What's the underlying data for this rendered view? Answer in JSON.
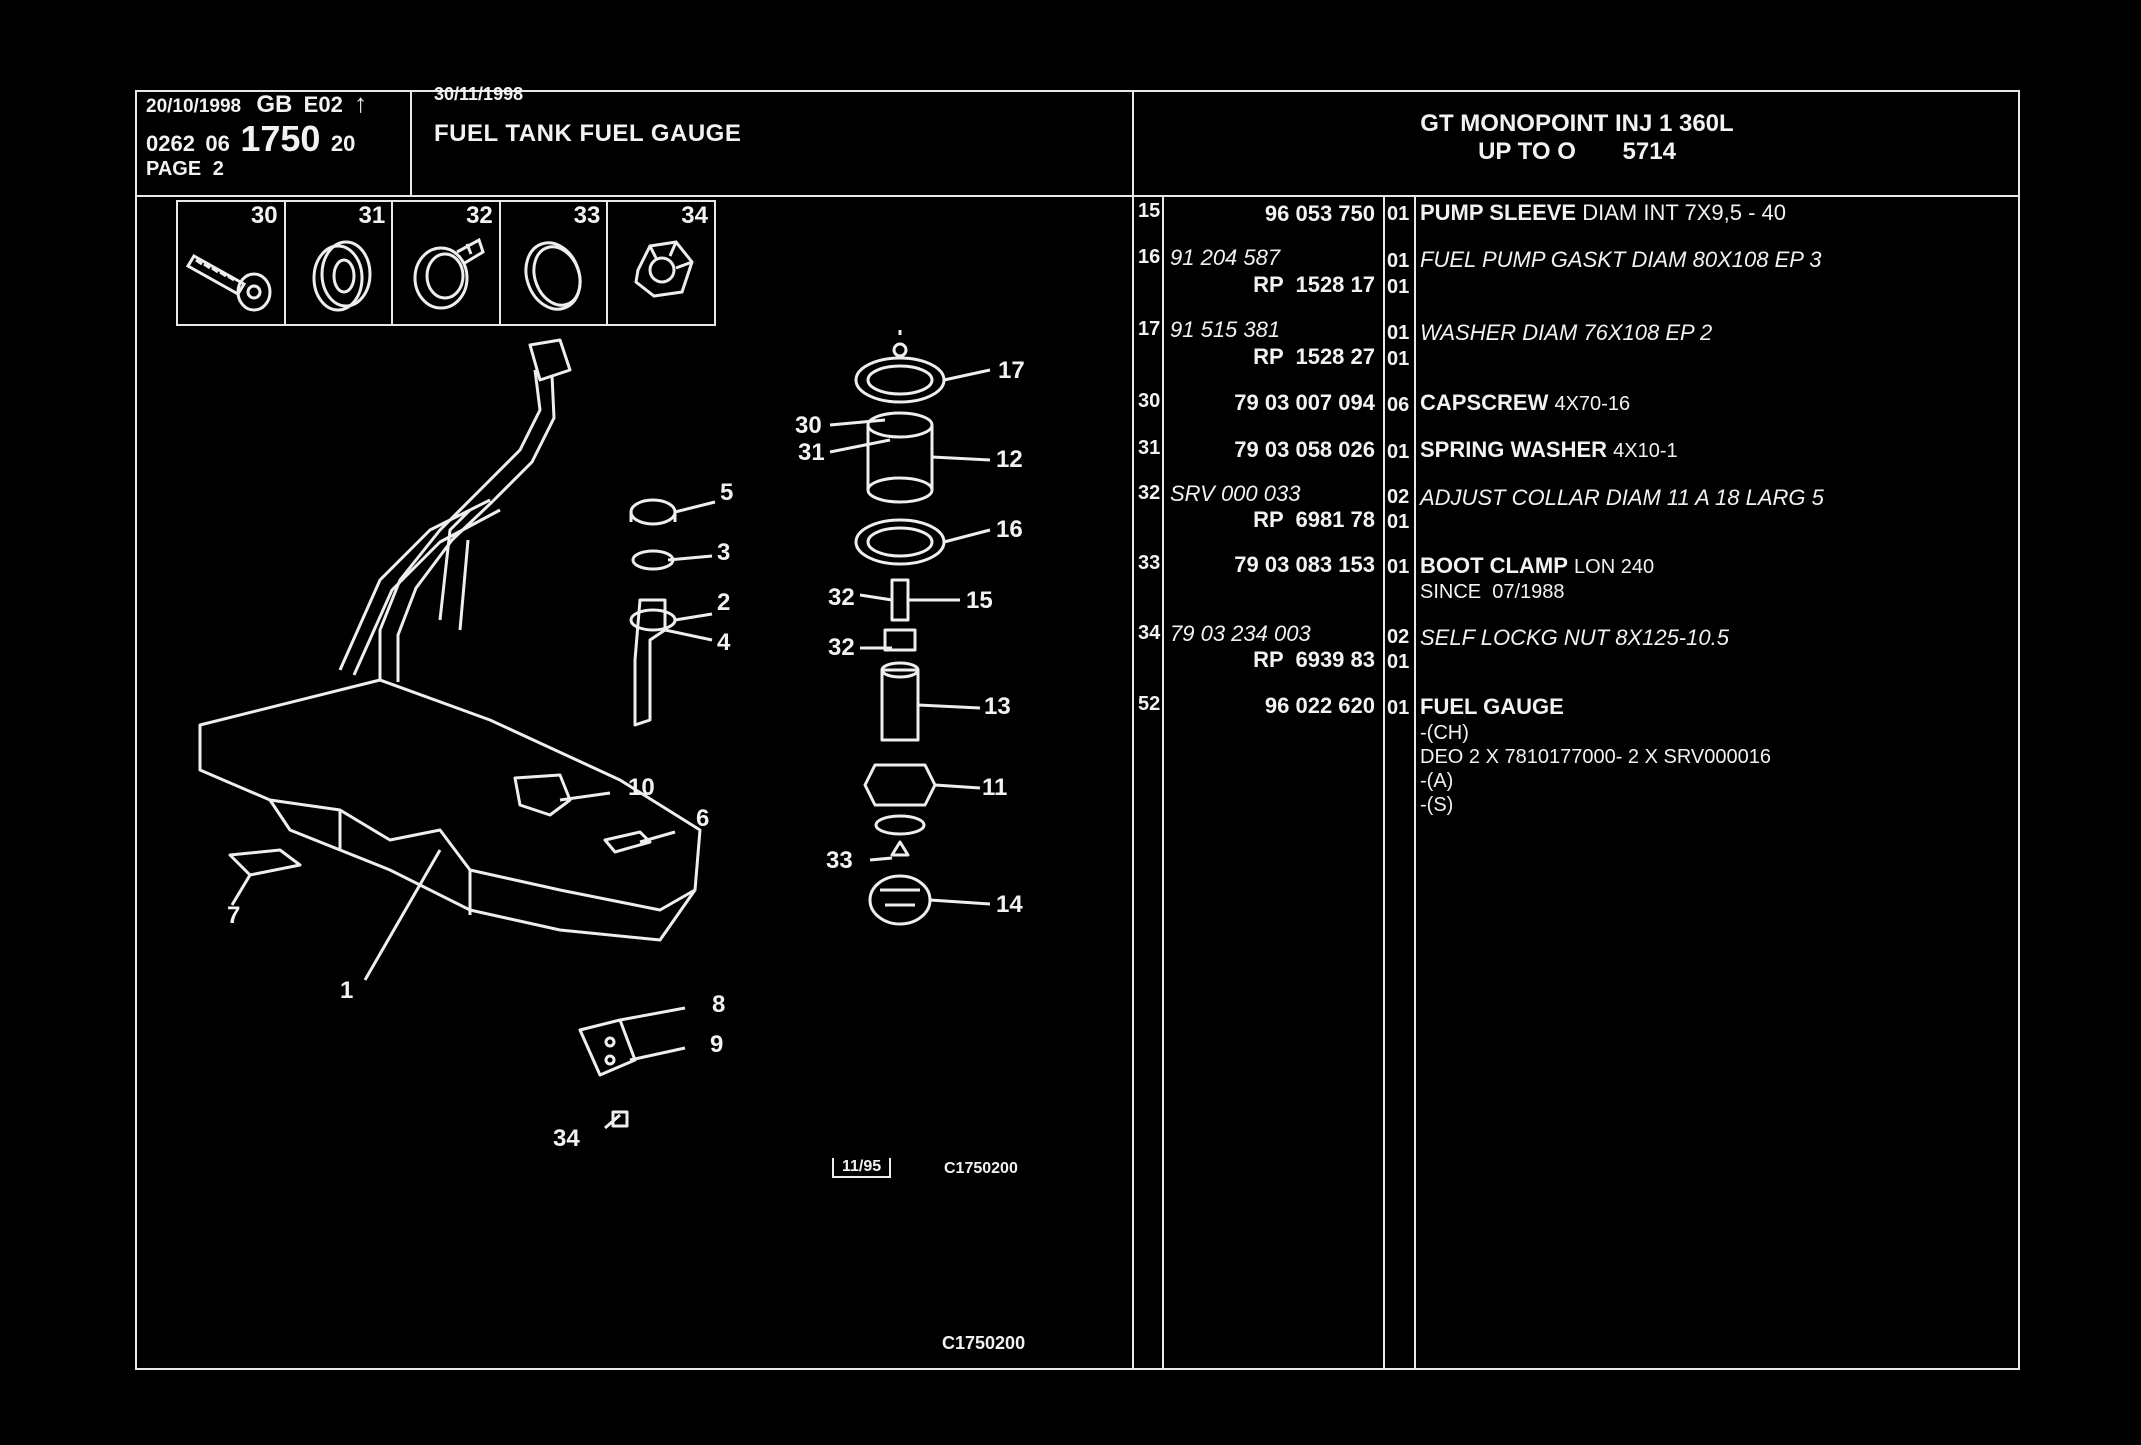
{
  "header": {
    "date1": "20/10/1998",
    "country": "GB",
    "edition": "E02",
    "arrow": "↑",
    "code_a": "0262",
    "code_b": "06",
    "code_main": "1750",
    "code_c": "20",
    "page_label": "PAGE",
    "page_num": "2",
    "date2": "30/11/1998",
    "title": "FUEL TANK FUEL GAUGE",
    "model_line1": "GT MONOPOINT INJ 1 360L",
    "model_line2": "UP TO O",
    "model_serial": "5714"
  },
  "icons": [
    {
      "num": "30",
      "icon": "capscrew-icon"
    },
    {
      "num": "31",
      "icon": "spring-washer-icon"
    },
    {
      "num": "32",
      "icon": "adjust-collar-icon"
    },
    {
      "num": "33",
      "icon": "boot-clamp-icon"
    },
    {
      "num": "34",
      "icon": "lock-nut-icon"
    }
  ],
  "diagram": {
    "callouts_left": [
      "5",
      "3",
      "2",
      "4",
      "10",
      "6",
      "7",
      "1",
      "8",
      "9",
      "34"
    ],
    "callouts_right": [
      "30",
      "31",
      "17",
      "12",
      "16",
      "32",
      "15",
      "32",
      "13",
      "11",
      "33",
      "14"
    ],
    "date_box": "11/95",
    "ref_code": "C1750200",
    "footer_code": "C1750200"
  },
  "parts": [
    {
      "item": "15",
      "ref1": "96 053 750",
      "ref1_style": "bold",
      "qty1": "01",
      "desc_bold": "PUMP SLEEVE",
      "desc_rest": "DIAM INT 7X9,5 - 40",
      "desc_style": "normal"
    },
    {
      "item": "16",
      "ref1": "91 204 587",
      "ref1_style": "italic",
      "ref2": "RP  1528 17",
      "qty1": "01",
      "qty2": "01",
      "desc_bold": "",
      "desc_rest": "FUEL PUMP GASKT DIAM 80X108 EP 3",
      "desc_style": "italic"
    },
    {
      "item": "17",
      "ref1": "91 515 381",
      "ref1_style": "italic",
      "ref2": "RP  1528 27",
      "qty1": "01",
      "qty2": "01",
      "desc_bold": "",
      "desc_rest": "WASHER DIAM 76X108 EP 2",
      "desc_style": "italic"
    },
    {
      "item": "30",
      "ref1": "79 03 007 094",
      "ref1_style": "bold",
      "qty1": "06",
      "desc_bold": "CAPSCREW",
      "desc_rest": "4X70-16",
      "desc_style": "normal"
    },
    {
      "item": "31",
      "ref1": "79 03 058 026",
      "ref1_style": "bold",
      "qty1": "01",
      "desc_bold": "SPRING WASHER",
      "desc_rest": "4X10-1",
      "desc_style": "normal"
    },
    {
      "item": "32",
      "ref1": "SRV 000 033",
      "ref1_style": "italic",
      "ref2": "RP  6981 78",
      "qty1": "02",
      "qty2": "01",
      "desc_bold": "",
      "desc_rest": "ADJUST COLLAR DIAM 11 A 18 LARG 5",
      "desc_style": "italic"
    },
    {
      "item": "33",
      "ref1": "79 03 083 153",
      "ref1_style": "bold",
      "qty1": "01",
      "desc_bold": "BOOT CLAMP",
      "desc_rest": "LON 240",
      "desc_style": "normal",
      "sub": [
        "SINCE  07/1988"
      ]
    },
    {
      "item": "34",
      "ref1": "79 03 234 003",
      "ref1_style": "italic",
      "ref2": "RP  6939 83",
      "qty1": "02",
      "qty2": "01",
      "desc_bold": "",
      "desc_rest": "SELF LOCKG NUT 8X125-10.5",
      "desc_style": "italic"
    },
    {
      "item": "52",
      "ref1": "96 022 620",
      "ref1_style": "bold",
      "qty1": "01",
      "desc_bold": "FUEL GAUGE",
      "desc_rest": "",
      "desc_style": "normal",
      "sub": [
        "-(CH)",
        "DEO 2 X 7810177000- 2 X SRV000016",
        "-(A)",
        "-(S)"
      ]
    }
  ]
}
